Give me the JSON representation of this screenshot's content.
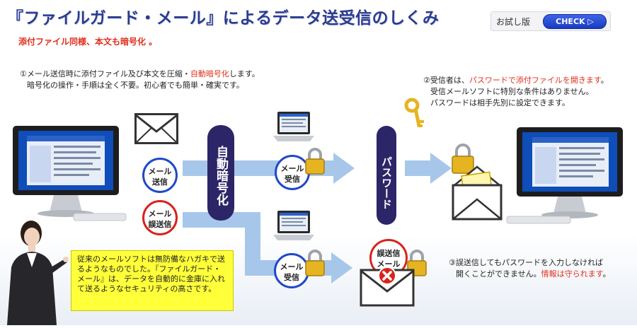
{
  "header": {
    "title": "『ファイルガード・メール』によるデータ送受信のしくみ",
    "subtitle": "添付ファイル同様、本文も暗号化 。"
  },
  "trial": {
    "label": "お試し版",
    "check_label": "CHECK ▷"
  },
  "steps": {
    "step1": {
      "line1_a": "①メール送信時に添付ファイル及び本文を圧縮・",
      "line1_b": "自動暗号化",
      "line1_c": "します。",
      "line2": "暗号化の操作・手順は全く不要。初心者でも簡単・確実です。"
    },
    "step2": {
      "line1_a": "②受信者は、",
      "line1_b": "パスワードで添付ファイルを開きます",
      "line1_c": "。",
      "line2": "受信メールソフトに特別な条件はありません。",
      "line3": "パスワードは相手先別に設定できます。"
    },
    "step3": {
      "line1": "③誤送信してもパスワードを入力しなければ",
      "line2_a": "開くことができません。",
      "line2_b": "情報は守られます",
      "line2_c": "。"
    }
  },
  "labels": {
    "auto_encrypt": "自動暗号化",
    "password": "パスワード",
    "mail_send_1": "メール",
    "mail_send_2": "送信",
    "mail_missend_1": "メール",
    "mail_missend_2": "誤送信",
    "mail_recv_1": "メール",
    "mail_recv_2": "受信",
    "mail_recv2_1": "メール",
    "mail_recv2_2": "受信",
    "missend_mail_1": "誤送信",
    "missend_mail_2": "メール"
  },
  "callout": {
    "text": "従来のメールソフトは無防備なハガキで送るようなものでした。『ファイルガード・メール』は、データを自動的に金庫に入れて送るようなセキュリティの高さです。"
  },
  "colors": {
    "title": "#2a3b8f",
    "accent_red": "#e0301e",
    "arrow": "#a7c7ea",
    "pill": "#2c2567",
    "callout_bg": "#ffff3a",
    "check_button": "#1a3bbf"
  },
  "icons": [
    "envelope-icon",
    "lock-icon",
    "key-icon",
    "error-icon",
    "monitor-icon",
    "woman-icon"
  ]
}
